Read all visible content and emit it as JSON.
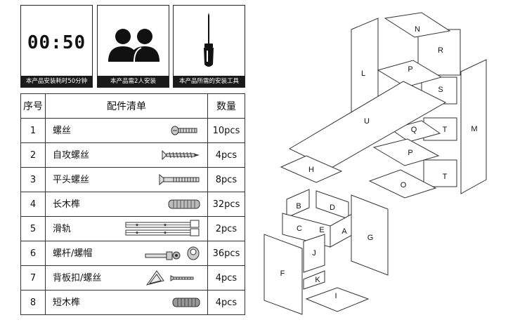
{
  "info_boxes": [
    {
      "clock": "00:50",
      "caption": "本产品安装耗时50分钟",
      "icon": "digital-clock"
    },
    {
      "caption": "本产品需2人安装",
      "icon": "two-people"
    },
    {
      "caption": "本产品所需的安装工具",
      "icon": "screwdriver"
    }
  ],
  "table": {
    "headers": [
      "序号",
      "配件清单",
      "数量"
    ],
    "rows": [
      {
        "idx": "1",
        "name": "螺丝",
        "qty": "10pcs",
        "icon": "screw"
      },
      {
        "idx": "2",
        "name": "自攻螺丝",
        "qty": "4pcs",
        "icon": "self-tapping-screw"
      },
      {
        "idx": "3",
        "name": "平头螺丝",
        "qty": "8pcs",
        "icon": "flat-head-screw"
      },
      {
        "idx": "4",
        "name": "长木榫",
        "qty": "32pcs",
        "icon": "long-wood-dowel"
      },
      {
        "idx": "5",
        "name": "滑轨",
        "qty": "2pcs",
        "icon": "slide-rail"
      },
      {
        "idx": "6",
        "name": "螺杆/螺帽",
        "qty": "36pcs",
        "icon": "cam-bolt-and-nut"
      },
      {
        "idx": "7",
        "name": "背板扣/螺丝",
        "qty": "4pcs",
        "icon": "back-panel-clip"
      },
      {
        "idx": "8",
        "name": "短木榫",
        "qty": "4pcs",
        "icon": "short-wood-dowel"
      }
    ]
  },
  "diagram": {
    "labels": [
      "N",
      "R",
      "L",
      "P",
      "S",
      "M",
      "U",
      "Q",
      "T",
      "P",
      "T",
      "H",
      "O",
      "B",
      "D",
      "C",
      "E",
      "A",
      "G",
      "F",
      "J",
      "K",
      "I"
    ]
  }
}
